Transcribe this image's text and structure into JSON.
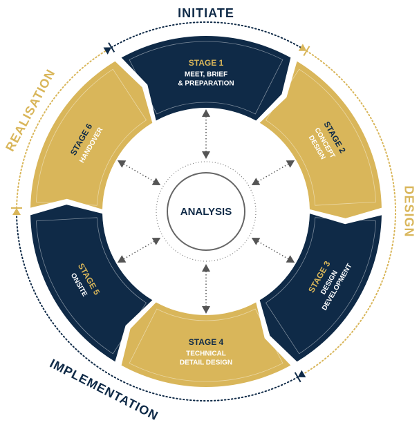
{
  "phases": [
    {
      "label": "INITIATE",
      "color": "#0f2a47"
    },
    {
      "label": "DESIGN",
      "color": "#d9b65a"
    },
    {
      "label": "IMPLEMENTATION",
      "color": "#0f2a47"
    },
    {
      "label": "REALISATION",
      "color": "#d9b65a"
    }
  ],
  "center": {
    "label": "ANALYSIS"
  },
  "colors": {
    "navy": "#0f2a47",
    "gold": "#d9b65a",
    "arrow": "#555555"
  },
  "stages": [
    {
      "title": "STAGE 1",
      "lines": [
        "MEET, BRIEF",
        "& PREPARATION"
      ],
      "fill": "navy"
    },
    {
      "title": "STAGE 2",
      "lines": [
        "CONCEPT",
        "DESIGN"
      ],
      "fill": "gold"
    },
    {
      "title": "STAGE 3",
      "lines": [
        "DESIGN",
        "DEVELOPMENT"
      ],
      "fill": "navy"
    },
    {
      "title": "STAGE 4",
      "lines": [
        "TECHNICAL",
        "DETAIL DESIGN"
      ],
      "fill": "gold"
    },
    {
      "title": "STAGE 5",
      "lines": [
        "ONSITE"
      ],
      "fill": "navy"
    },
    {
      "title": "STAGE 6",
      "lines": [
        "HANDOVER"
      ],
      "fill": "gold"
    }
  ]
}
